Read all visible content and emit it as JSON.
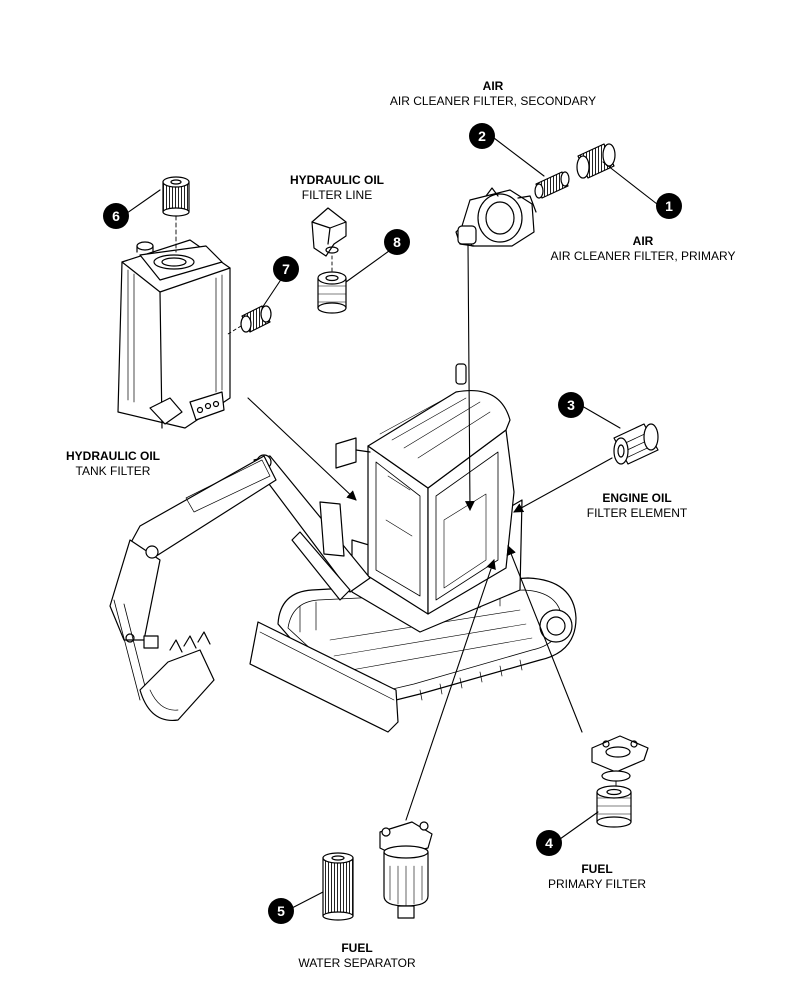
{
  "labels": {
    "air_secondary": {
      "title": "AIR",
      "subtitle": "AIR CLEANER FILTER, SECONDARY"
    },
    "air_primary": {
      "title": "AIR",
      "subtitle": "AIR CLEANER FILTER, PRIMARY"
    },
    "hydraulic_filter_line": {
      "title": "HYDRAULIC OIL",
      "subtitle": "FILTER LINE"
    },
    "hydraulic_tank_filter": {
      "title": "HYDRAULIC OIL",
      "subtitle": "TANK FILTER"
    },
    "engine_oil": {
      "title": "ENGINE OIL",
      "subtitle": "FILTER ELEMENT"
    },
    "fuel_primary": {
      "title": "FUEL",
      "subtitle": "PRIMARY FILTER"
    },
    "fuel_water_separator": {
      "title": "FUEL",
      "subtitle": "WATER SEPARATOR"
    }
  },
  "callouts": {
    "c1": "1",
    "c2": "2",
    "c3": "3",
    "c4": "4",
    "c5": "5",
    "c6": "6",
    "c7": "7",
    "c8": "8"
  }
}
